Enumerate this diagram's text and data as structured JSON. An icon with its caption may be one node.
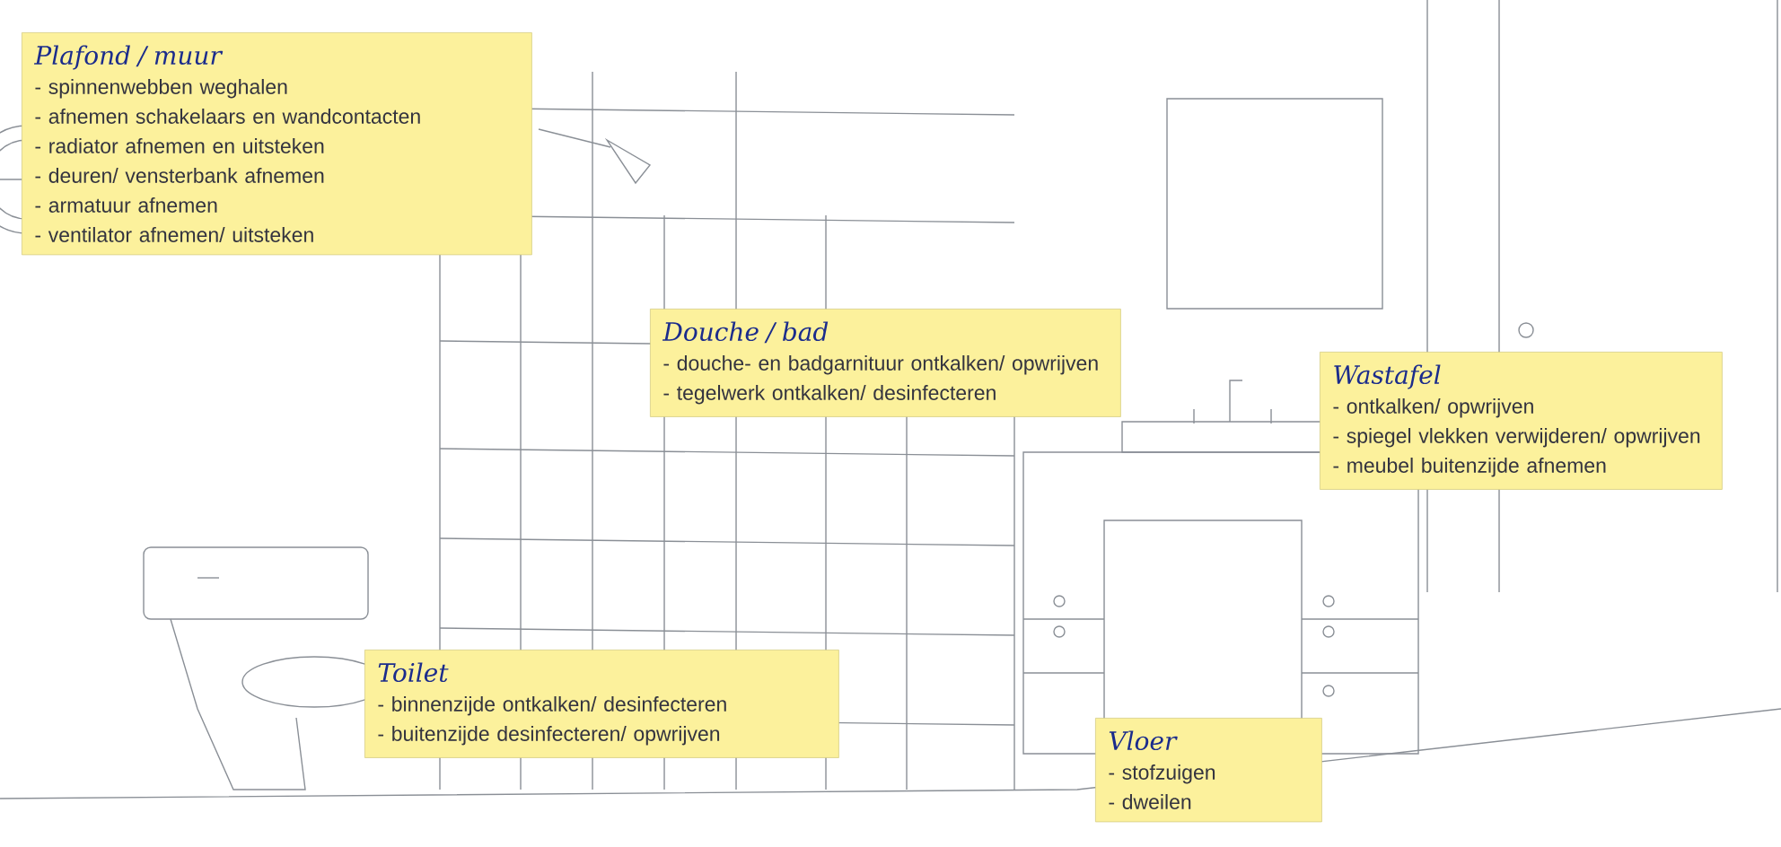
{
  "diagram": {
    "nodes": [
      {
        "text": [
          "Plafond / muur",
          "- spinnenwebben weghalen",
          "- afnemen schakelaars en wandcontacten",
          "- radiator afnemen en uitsteken",
          "- deuren/ vensterbank afnemen",
          "- armatuur afnemen",
          "- ventilator afnemen/ uitsteken"
        ]
      },
      {
        "text": [
          "Douche / bad",
          "- douche- en badgarnituur ontkalken/ opwrijven",
          "- tegelwerk ontkalken/ desinfecteren"
        ]
      },
      {
        "text": [
          "Wastafel",
          "- ontkalken/ opwrijven",
          "- spiegel vlekken verwijderen/ opwrijven",
          "- meubel buitenzijde afnemen"
        ]
      },
      {
        "text": [
          "Toilet",
          "- binnenzijde ontkalken/ desinfecteren",
          "- buitenzijde desinfecteren/ opwrijven"
        ]
      },
      {
        "text": [
          "Vloer",
          "- stofzuigen",
          "- dweilen"
        ]
      }
    ]
  }
}
